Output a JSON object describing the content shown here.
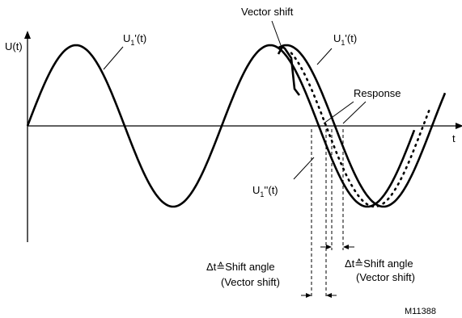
{
  "axis": {
    "y_label": "U(t)",
    "x_label": "t"
  },
  "curves": {
    "original": {
      "base": "U",
      "sub": "1",
      "suffix": "'(t)"
    },
    "shifted": {
      "base": "U",
      "sub": "1",
      "suffix": "'(t)"
    },
    "after": {
      "base": "U",
      "sub": "1",
      "suffix": "''(t)"
    }
  },
  "annotations": {
    "vector_shift": "Vector shift",
    "response": "Response",
    "delta_left": {
      "symbol": "Δt≙Shift angle",
      "note": "(Vector shift)"
    },
    "delta_right": {
      "symbol": "Δt≙Shift angle",
      "note": "(Vector shift)"
    }
  },
  "figure_id": "M11388"
}
